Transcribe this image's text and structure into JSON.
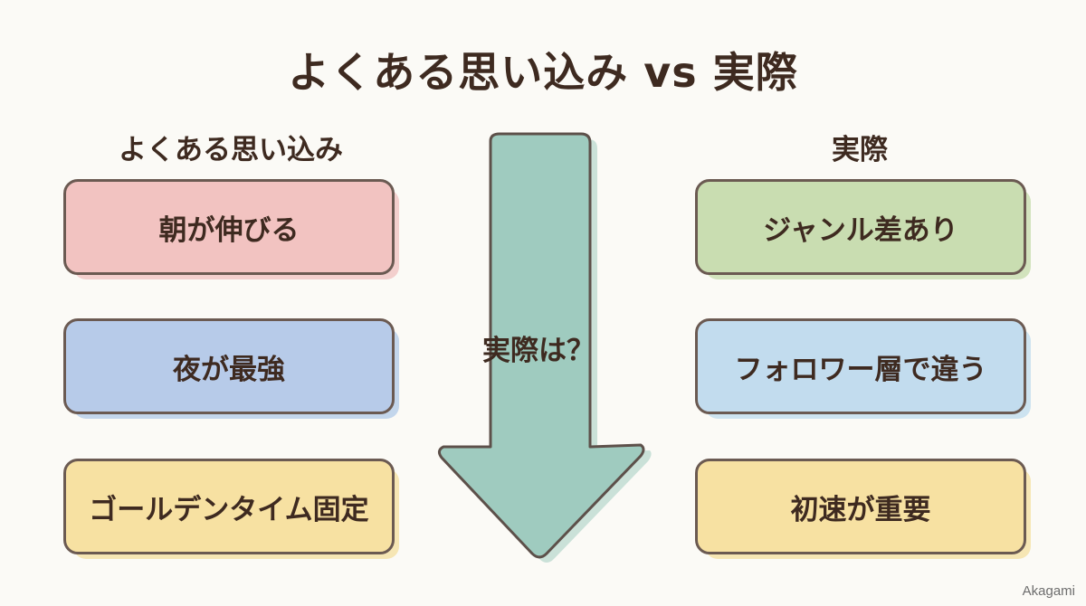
{
  "title": "よくある思い込み vs 実際",
  "left_column": {
    "heading": "よくある思い込み",
    "items": [
      {
        "label": "朝が伸びる",
        "color": "#f2c3c1"
      },
      {
        "label": "夜が最強",
        "color": "#b7cbe9"
      },
      {
        "label": "ゴールデンタイム固定",
        "color": "#f7e1a2"
      }
    ]
  },
  "right_column": {
    "heading": "実際",
    "items": [
      {
        "label": "ジャンル差あり",
        "color": "#c9ddb1"
      },
      {
        "label": "フォロワー層で違う",
        "color": "#c2dcee"
      },
      {
        "label": "初速が重要",
        "color": "#f7e1a2"
      }
    ]
  },
  "arrow": {
    "label": "実際は？",
    "color": "#9fcbbf"
  },
  "credit": "Akagami"
}
